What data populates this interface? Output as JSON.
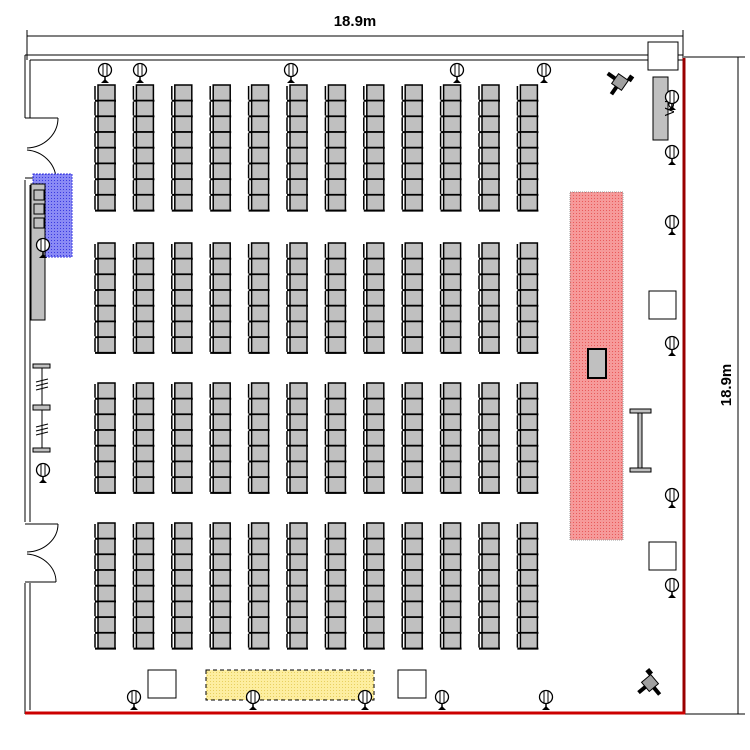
{
  "floorplan": {
    "width_label": "18.9m",
    "height_label": "18.9m",
    "pa_label": "PA",
    "seating": {
      "columns": 12,
      "blocks": [
        8,
        7,
        7,
        8
      ]
    },
    "colors": {
      "stage": "#f47c7c",
      "control_area": "#6a6af0",
      "lighting_area": "#fbe98a",
      "chair_fill": "#c0c0c0",
      "wall_accent": "#cc0000"
    }
  }
}
